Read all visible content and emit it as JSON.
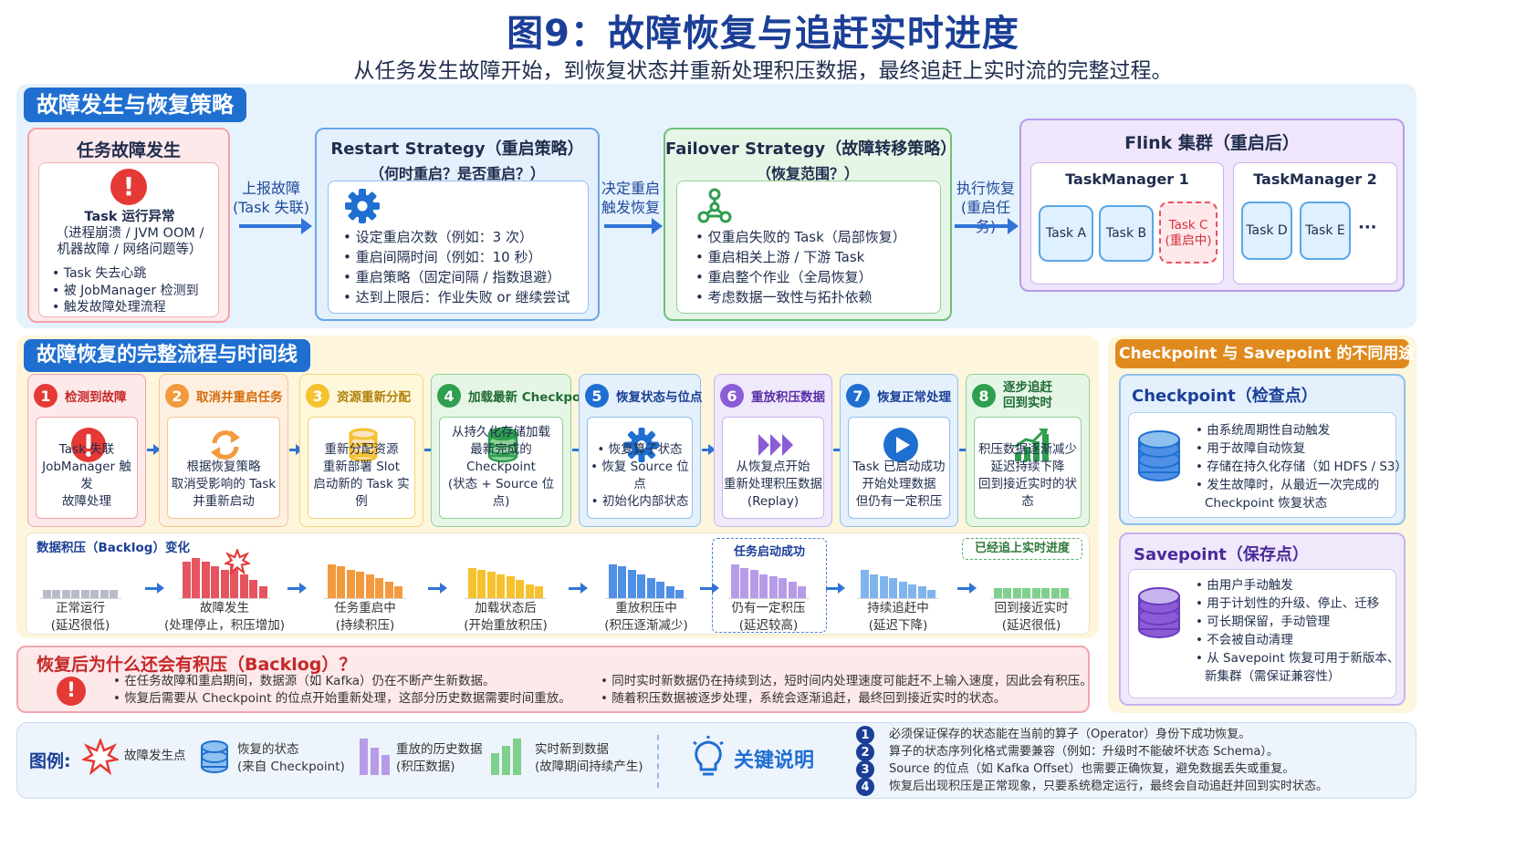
{
  "title": "图9：故障恢复与追赶实时进度",
  "subtitle": "从任务发生故障开始，到恢复状态并重新处理积压数据，最终追赶上实时流的完整过程。",
  "top": {
    "tab": "故障发生与恢复策略",
    "fault": {
      "title": "任务故障发生",
      "line1": "Task 运行异常",
      "line2": "（进程崩溃 / JVM OOM /",
      "line3": "机器故障 / 网络问题等）",
      "bullets": [
        "Task 失去心跳",
        "被 JobManager 检测到",
        "触发故障处理流程"
      ]
    },
    "a1": [
      "上报故障",
      "(Task 失联)"
    ],
    "restart": {
      "title": "Restart Strategy（重启策略）",
      "sub": "（何时重启？是否重启？）",
      "bullets": [
        "设定重启次数（例如：3 次）",
        "重启间隔时间（例如：10 秒）",
        "重启策略（固定间隔 / 指数退避）",
        "达到上限后：作业失败 or 继续尝试"
      ]
    },
    "a2": [
      "决定重启",
      "触发恢复"
    ],
    "failover": {
      "title": "Failover Strategy（故障转移策略）",
      "sub": "（恢复范围？）",
      "bullets": [
        "仅重启失败的 Task（局部恢复）",
        "重启相关上游 / 下游 Task",
        "重启整个作业（全局恢复）",
        "考虑数据一致性与拓扑依赖"
      ]
    },
    "a3": [
      "执行恢复",
      "(重启任务)"
    ],
    "cluster": {
      "title": "Flink 集群（重启后）",
      "tm1": "TaskManager 1",
      "tm2": "TaskManager 2",
      "taskA": "Task A",
      "taskB": "Task B",
      "taskC1": "Task C",
      "taskC2": "(重启中)",
      "taskD": "Task D",
      "taskE": "Task E",
      "more": "···"
    }
  },
  "flow": {
    "tab": "故障恢复的完整流程与时间线",
    "steps": [
      {
        "n": "1",
        "title": "检测到故障",
        "lines": [
          "Task 失联",
          "JobManager 触发",
          "故障处理"
        ]
      },
      {
        "n": "2",
        "title": "取消并重启任务",
        "lines": [
          "根据恢复策略",
          "取消受影响的 Task",
          "并重新启动"
        ]
      },
      {
        "n": "3",
        "title": "资源重新分配",
        "lines": [
          "重新分配资源",
          "重新部署 Slot",
          "启动新的 Task 实例"
        ]
      },
      {
        "n": "4",
        "title": "加载最新 Checkpoint",
        "lines": [
          "从持久化存储加载",
          "最新完成的 Checkpoint",
          "(状态 + Source 位点)"
        ]
      },
      {
        "n": "5",
        "title": "恢复状态与位点",
        "lines": [
          "• 恢复算子状态",
          "• 恢复 Source 位点",
          "• 初始化内部状态"
        ]
      },
      {
        "n": "6",
        "title": "重放积压数据",
        "lines": [
          "从恢复点开始",
          "重新处理积压数据",
          "(Replay)"
        ]
      },
      {
        "n": "7",
        "title": "恢复正常处理",
        "lines": [
          "Task 已启动成功",
          "开始处理数据",
          "但仍有一定积压"
        ]
      },
      {
        "n": "8",
        "title": "逐步追赶",
        "title2": "回到实时",
        "lines": [
          "积压数据逐渐减少",
          "延迟持续下降",
          "回到接近实时的状态"
        ]
      }
    ],
    "backlog_title": "数据积压（Backlog）变化",
    "tag_success": "任务启动成功",
    "tag_realtime": "已经追上实时进度",
    "chart_data": {
      "type": "bar",
      "title": "数据积压（Backlog）变化",
      "groups": [
        {
          "caption": [
            "正常运行",
            "(延迟很低)"
          ],
          "color": "#b8bcc6",
          "values": [
            0.2,
            0.2,
            0.2,
            0.2,
            0.2,
            0.2,
            0.2,
            0.2
          ]
        },
        {
          "caption": [
            "故障发生",
            "(处理停止，积压增加)"
          ],
          "color": "#e65460",
          "values": [
            0.9,
            1.0,
            0.9,
            0.8,
            0.7,
            0.95,
            0.6,
            0.45,
            0.3
          ]
        },
        {
          "caption": [
            "任务重启中",
            "(持续积压)"
          ],
          "color": "#f39a3e",
          "values": [
            0.85,
            0.8,
            0.7,
            0.65,
            0.6,
            0.5,
            0.4,
            0.3
          ]
        },
        {
          "caption": [
            "加载状态后",
            "(开始重放积压)"
          ],
          "color": "#f5c12e",
          "values": [
            0.75,
            0.7,
            0.65,
            0.6,
            0.55,
            0.45,
            0.35,
            0.3
          ]
        },
        {
          "caption": [
            "重放积压中",
            "(积压逐渐减少)"
          ],
          "color": "#4f8fe6",
          "values": [
            0.85,
            0.8,
            0.7,
            0.6,
            0.5,
            0.4,
            0.3,
            0.2
          ]
        },
        {
          "caption": [
            "仍有一定积压",
            "(延迟较高)"
          ],
          "color": "#b79be8",
          "values": [
            0.85,
            0.75,
            0.7,
            0.6,
            0.55,
            0.5,
            0.4,
            0.3
          ]
        },
        {
          "caption": [
            "持续追赶中",
            "(延迟下降)"
          ],
          "color": "#7fb4ee",
          "values": [
            0.7,
            0.6,
            0.55,
            0.5,
            0.4,
            0.35,
            0.3,
            0.2
          ]
        },
        {
          "caption": [
            "回到接近实时",
            "(延迟很低)"
          ],
          "color": "#7fd08c",
          "values": [
            0.25,
            0.25,
            0.25,
            0.25,
            0.25,
            0.25,
            0.25,
            0.25
          ]
        }
      ]
    }
  },
  "why": {
    "title": "恢复后为什么还会有积压（Backlog）？",
    "b1": "在任务故障和重启期间，数据源（如 Kafka）仍在不断产生新数据。",
    "b2": "恢复后需要从 Checkpoint 的位点开始重新处理，这部分历史数据需要时间重放。",
    "b3": "同时实时新数据仍在持续到达，短时间内处理速度可能赶不上输入速度，因此会有积压。",
    "b4": "随着积压数据被逐步处理，系统会逐渐追赶，最终回到接近实时的状态。"
  },
  "cp": {
    "tab": "Checkpoint 与 Savepoint 的不同用途",
    "cp_title": "Checkpoint（检查点）",
    "cp_bullets": [
      "由系统周期性自动触发",
      "用于故障自动恢复",
      "存储在持久化存储（如 HDFS / S3）",
      "发生故障时，从最近一次完成的"
    ],
    "cp_cont": "Checkpoint 恢复状态",
    "sp_title": "Savepoint（保存点）",
    "sp_bullets": [
      "由用户手动触发",
      "用于计划性的升级、停止、迁移",
      "可长期保留，手动管理",
      "不会被自动清理",
      "从 Savepoint 恢复可用于新版本、"
    ],
    "sp_cont": "新集群（需保证兼容性）"
  },
  "legend": {
    "label": "图例:",
    "fault": "故障发生点",
    "state1": "恢复的状态",
    "state2": "(来自 Checkpoint)",
    "hist1": "重放的历史数据",
    "hist2": "(积压数据)",
    "new1": "实时新到数据",
    "new2": "(故障期间持续产生)",
    "key": "关键说明",
    "notes": [
      {
        "n": "1",
        "t": "必须保证保存的状态能在当前的算子（Operator）身份下成功恢复。"
      },
      {
        "n": "2",
        "t": "算子的状态序列化格式需要兼容（例如：升级时不能破坏状态 Schema）。"
      },
      {
        "n": "3",
        "t": "Source 的位点（如 Kafka Offset）也需要正确恢复，避免数据丢失或重复。"
      },
      {
        "n": "4",
        "t": "恢复后出现积压是正常现象，只要系统稳定运行，最终会自动追赶并回到实时状态。"
      }
    ]
  },
  "colors": {
    "blue": "#1b3f97",
    "red": "#e53935",
    "orange": "#f39a3e",
    "yellow": "#f5c12e",
    "green": "#2e9e4f",
    "purple": "#8b5cd6"
  }
}
